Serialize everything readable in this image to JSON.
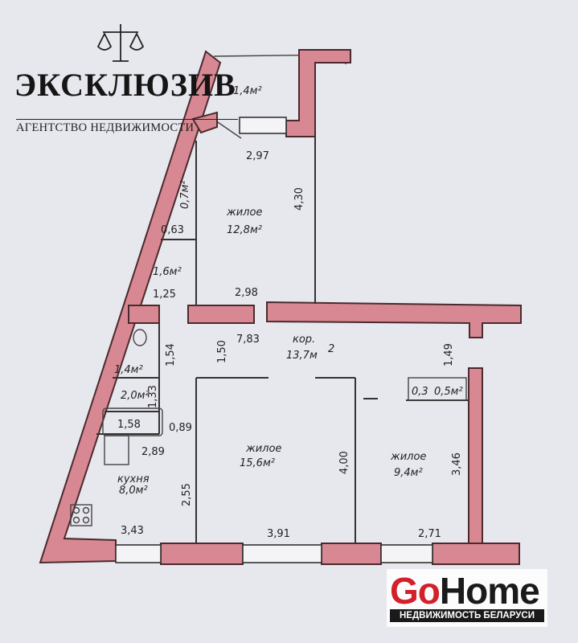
{
  "logos": {
    "agency_name": "ЭКСКЛЮЗИВ",
    "agency_subtitle": "АГЕНТСТВО НЕДВИЖИМОСТИ",
    "brand_go": "Go",
    "brand_home": "Home",
    "brand_tagline": "НЕДВИЖИМОСТЬ БЕЛАРУСИ"
  },
  "colors": {
    "wall": "#d88892",
    "paper": "#e7e7ee",
    "brand_red": "#d4202a"
  },
  "rooms": {
    "balcony_area": "1,4м²",
    "room1_name": "жилое",
    "room1_area": "12,8м²",
    "corridor_name": "кор.",
    "corridor_area": "13,7м",
    "corridor_sup": "2",
    "room2_name": "жилое",
    "room2_area": "15,6м²",
    "room3_name": "жилое",
    "room3_area": "9,4м²",
    "kitchen_name": "кухня",
    "kitchen_area": "8,0м²",
    "closet1_area": "0,7м²",
    "closet2_area": "1,6м²",
    "bath_area": "1,4м²",
    "wc_area": "2,0м²",
    "pantry_a": "0,3",
    "pantry_b": "0,5м²"
  },
  "dims": {
    "d297": "2,97",
    "d430": "4,30",
    "d063": "0,63",
    "d125": "1,25",
    "d298": "2,98",
    "d783": "7,83",
    "d154": "1,54",
    "d150": "1,50",
    "d149": "1,49",
    "d158": "1,58",
    "d089": "0,89",
    "d289": "2,89",
    "d133": "1,33",
    "d255": "2,55",
    "d400": "4,00",
    "d346": "3,46",
    "d343": "3,43",
    "d391": "3,91",
    "d271": "2,71"
  }
}
